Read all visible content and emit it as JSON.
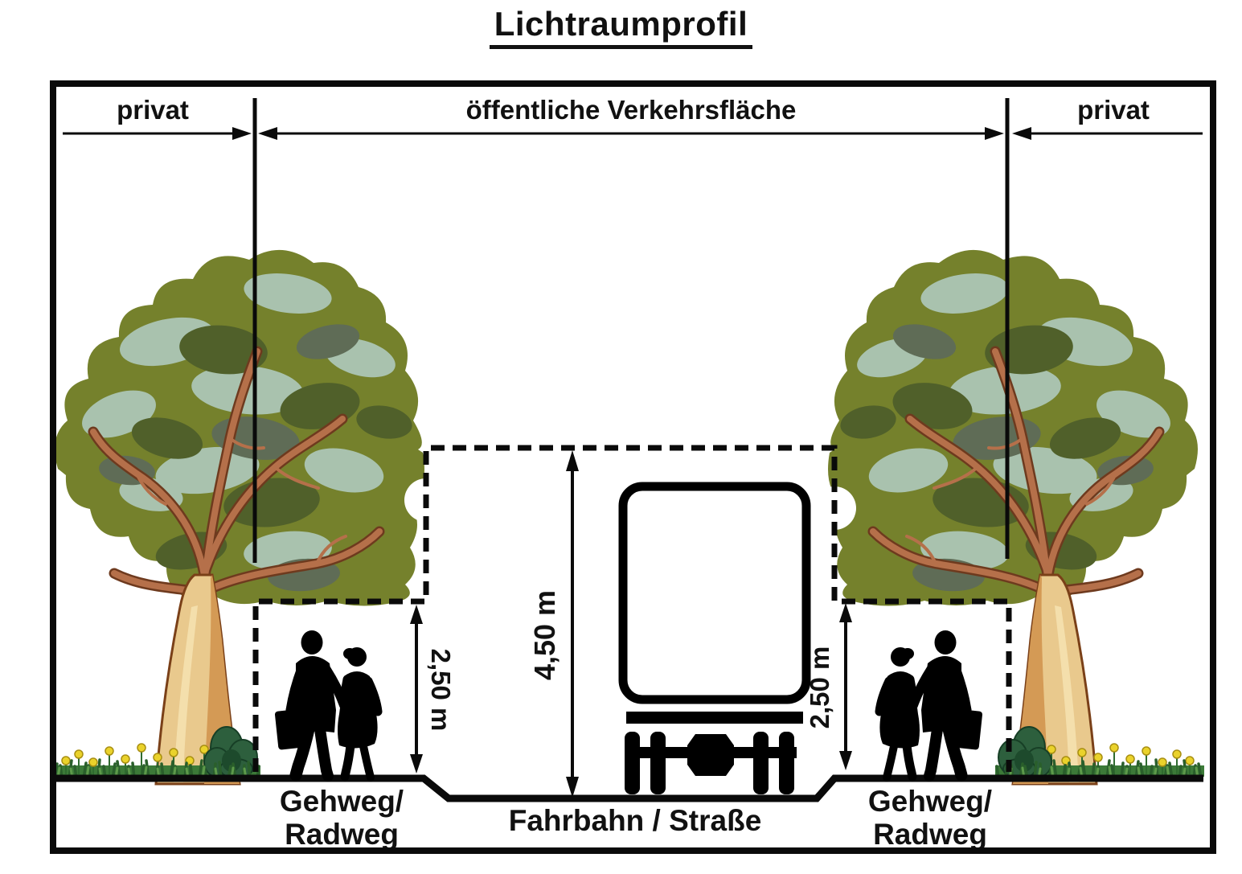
{
  "title": "Lichtraumprofil",
  "zones": {
    "left": "privat",
    "center": "öffentliche Verkehrsfläche",
    "right": "privat"
  },
  "measurements": {
    "clearance_road": "4,50 m",
    "clearance_sidewalk_left": "2,50 m",
    "clearance_sidewalk_right": "2,50 m"
  },
  "surfaces": {
    "sidewalk_left": [
      "Gehweg/",
      "Radweg"
    ],
    "road": "Fahrbahn / Straße",
    "sidewalk_right": [
      "Gehweg/",
      "Radweg"
    ]
  },
  "colors": {
    "line": "#0a0a0a",
    "foliage_main": "#75812c",
    "foliage_light": "#a9c2ae",
    "foliage_dark": "#50602a",
    "foliage_gray": "#5f6c56",
    "branch_dark": "#6e3a1e",
    "branch_light": "#b5704a",
    "trunk_light": "#e9c98d",
    "trunk_shade": "#d49a55",
    "grass": "#3c7a38",
    "grass_dark": "#2a5f2b",
    "flower": "#ead22b",
    "bush": "#2d5f3d"
  }
}
